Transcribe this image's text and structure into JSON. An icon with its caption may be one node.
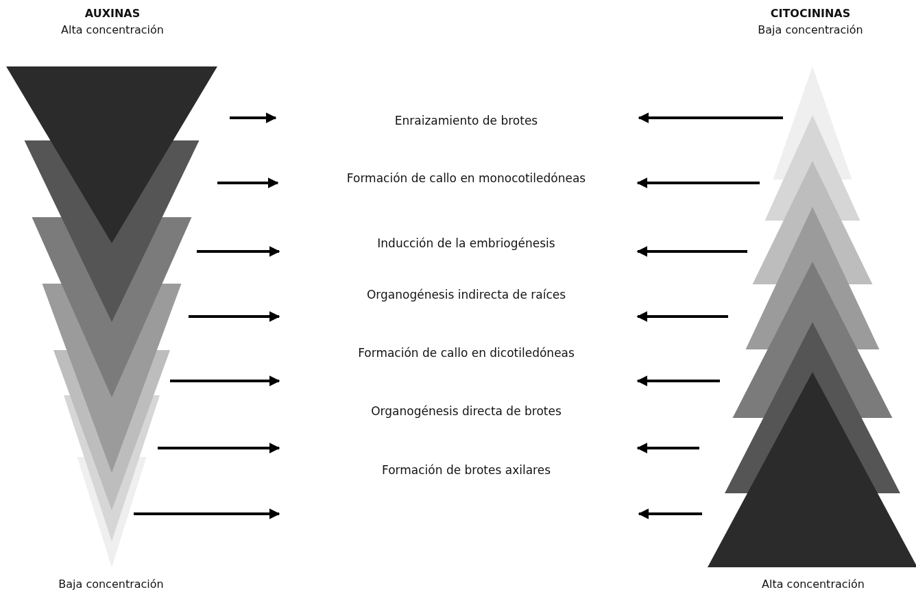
{
  "diagram": {
    "nodes": [
      {
        "text": [
          "AUXINAS",
          "Alta concentración"
        ],
        "beside": [
          "Baja concentración"
        ]
      },
      {
        "text": [
          "CITOCININAS",
          "Baja concentración"
        ],
        "beside": [
          "Alta concentración"
        ]
      }
    ],
    "edges": [
      {
        "from": 0,
        "to": null,
        "arrow": "to"
      },
      {
        "from": 0,
        "to": null,
        "arrow": "to"
      },
      {
        "from": 0,
        "to": null,
        "arrow": "to"
      },
      {
        "from": 0,
        "to": null,
        "arrow": "to"
      },
      {
        "from": 0,
        "to": null,
        "arrow": "to"
      },
      {
        "from": 0,
        "to": null,
        "arrow": "to"
      },
      {
        "from": 0,
        "to": null,
        "arrow": "to"
      },
      {
        "from": 1,
        "to": null,
        "arrow": "to"
      },
      {
        "from": 1,
        "to": null,
        "arrow": "to"
      },
      {
        "from": 1,
        "to": null,
        "arrow": "to"
      },
      {
        "from": 1,
        "to": null,
        "arrow": "to"
      },
      {
        "from": 1,
        "to": null,
        "arrow": "to"
      },
      {
        "from": 1,
        "to": null,
        "arrow": "to"
      },
      {
        "from": 1,
        "to": null,
        "arrow": "to"
      }
    ],
    "labels": [
      "Enraizamiento de brotes",
      "Formación de callo en monocotiledóneas",
      "Inducción de la embriogénesis",
      "Organogénesis indirecta de raíces",
      "Formación de callo en dicotiledóneas",
      "Organogénesis directa de brotes",
      "Formación de brotes axilares"
    ]
  }
}
